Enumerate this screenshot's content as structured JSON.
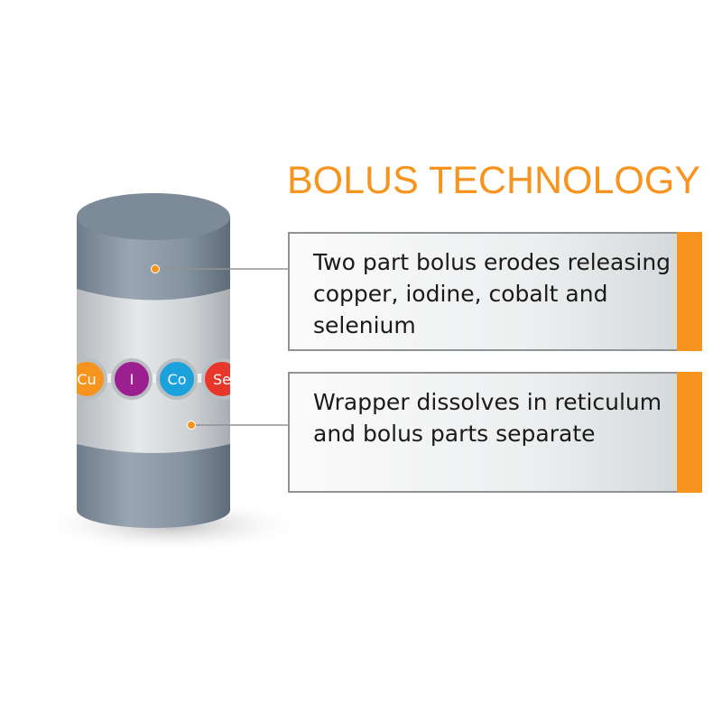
{
  "title": "BOLUS TECHNOLOGY",
  "callouts": [
    {
      "text": "Two part bolus erodes releasing copper, iodine, cobalt and selenium"
    },
    {
      "text": "Wrapper dissolves in reticulum and bolus parts separate"
    }
  ],
  "elements": [
    {
      "symbol": "Cu",
      "color": "#f7941d"
    },
    {
      "symbol": "I",
      "color": "#9b1f8e"
    },
    {
      "symbol": "Co",
      "color": "#1ba1dc"
    },
    {
      "symbol": "Se",
      "color": "#e8372a"
    }
  ],
  "colors": {
    "accent": "#f7941d",
    "cylinder": "#8a96a3"
  }
}
